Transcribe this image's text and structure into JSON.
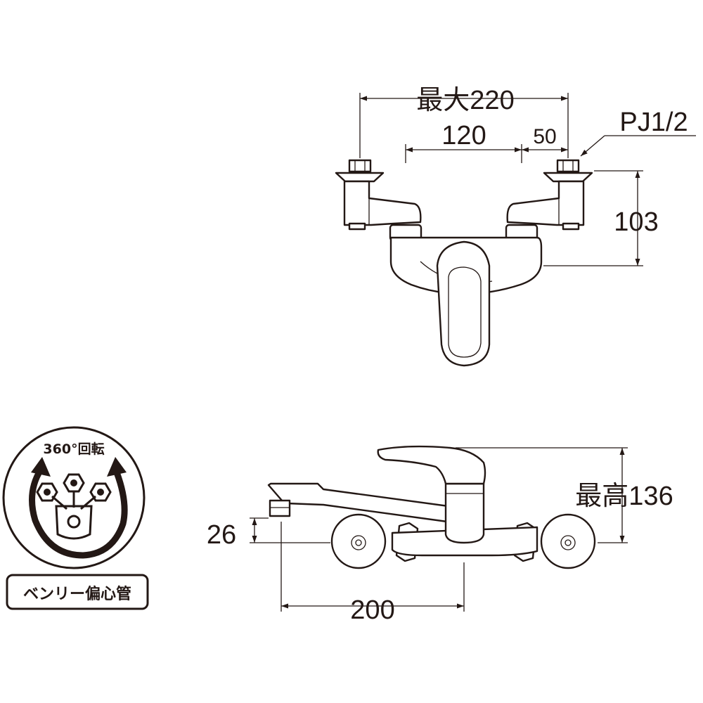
{
  "front_view": {
    "max_width_label": "最大220",
    "center_distance_label": "120",
    "adjust_label": "50",
    "thread_label": "PJ1/2",
    "height_label": "103"
  },
  "side_view": {
    "max_height_label": "最高136",
    "spout_height_label": "26",
    "spout_reach_label": "200"
  },
  "rotation_badge": {
    "caption": "360°回転",
    "label": "ベンリー偏心管"
  }
}
